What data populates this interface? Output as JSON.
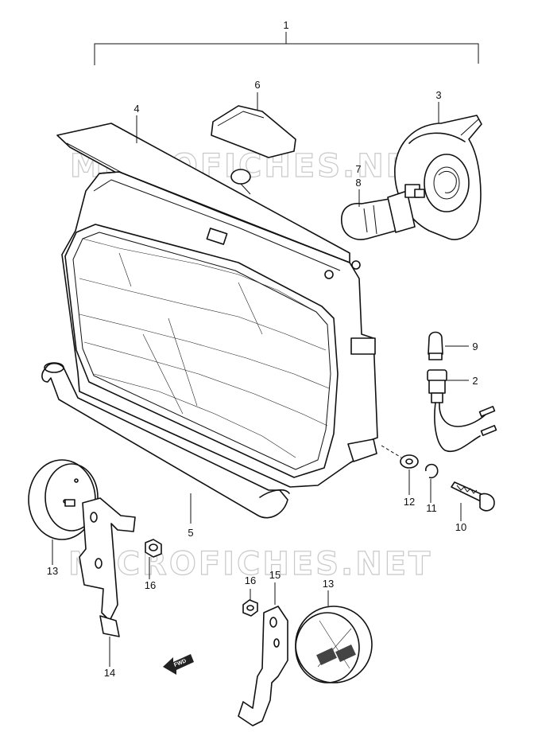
{
  "watermark": {
    "upper": "MICROFICHES.NET",
    "lower": "MICROFICHES.NET"
  },
  "direction_arrow": "FWD",
  "callouts": [
    {
      "id": "callout-1",
      "label": "1"
    },
    {
      "id": "callout-2",
      "label": "2"
    },
    {
      "id": "callout-3",
      "label": "3"
    },
    {
      "id": "callout-4",
      "label": "4"
    },
    {
      "id": "callout-5",
      "label": "5"
    },
    {
      "id": "callout-6",
      "label": "6"
    },
    {
      "id": "callout-7",
      "label": "7"
    },
    {
      "id": "callout-8",
      "label": "8"
    },
    {
      "id": "callout-9",
      "label": "9"
    },
    {
      "id": "callout-10",
      "label": "10"
    },
    {
      "id": "callout-11",
      "label": "11"
    },
    {
      "id": "callout-12",
      "label": "12"
    },
    {
      "id": "callout-13-left",
      "label": "13"
    },
    {
      "id": "callout-13-right",
      "label": "13"
    },
    {
      "id": "callout-14",
      "label": "14"
    },
    {
      "id": "callout-15",
      "label": "15"
    },
    {
      "id": "callout-16-left",
      "label": "16"
    },
    {
      "id": "callout-16-right",
      "label": "16"
    }
  ]
}
